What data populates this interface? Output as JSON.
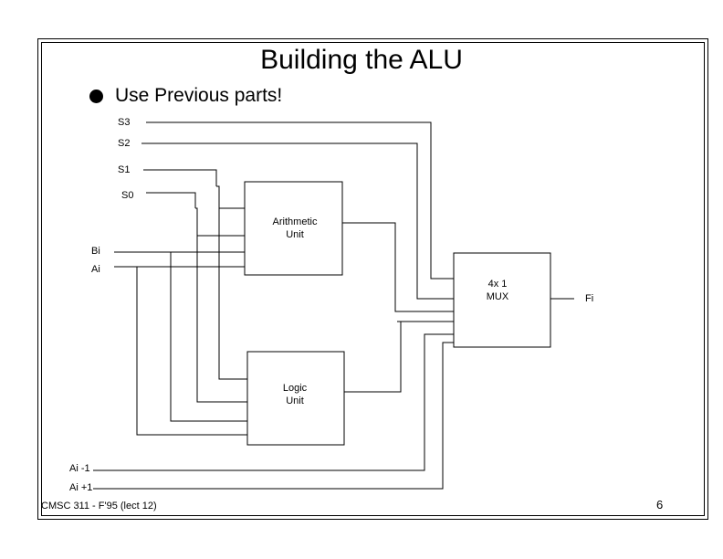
{
  "slide": {
    "title": "Building the ALU",
    "bullet": "Use Previous parts!",
    "footer": "CMSC 311 - F'95 (lect 12)",
    "page_number": "6"
  },
  "diagram": {
    "signals": {
      "s3": "S3",
      "s2": "S2",
      "s1": "S1",
      "s0": "S0",
      "bi": "Bi",
      "ai": "Ai",
      "ai_minus_1": "Ai -1",
      "ai_plus_1": "Ai +1",
      "fi": "Fi"
    },
    "blocks": {
      "arithmetic": [
        "Arithmetic",
        "Unit"
      ],
      "logic": [
        "Logic",
        "Unit"
      ],
      "mux": [
        "4x 1",
        "MUX"
      ]
    }
  }
}
